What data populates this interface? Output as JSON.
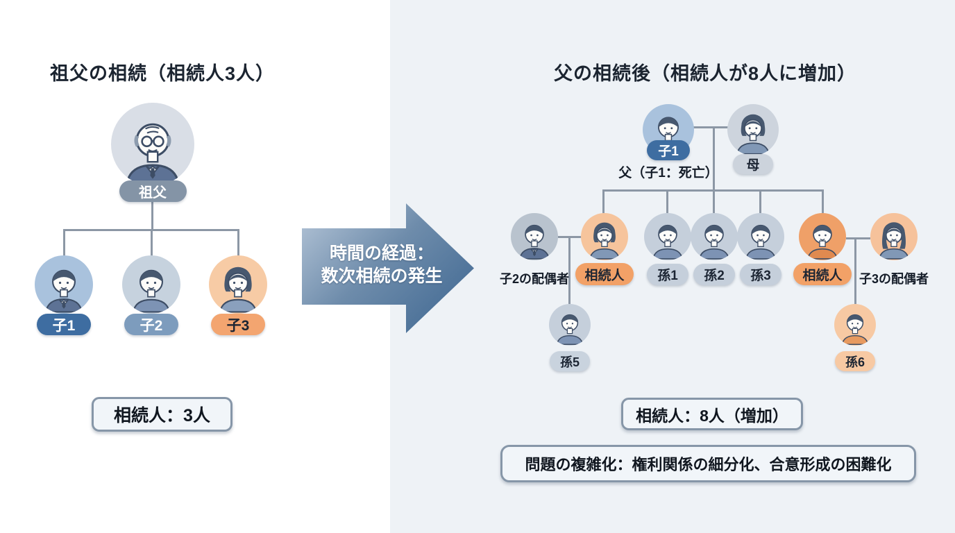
{
  "titles": {
    "left": "祖父の相続（相続人3人）",
    "right": "父の相続後（相続人が8人に増加）"
  },
  "arrow": {
    "line1": "時間の経過：",
    "line2": "数次相続の発生"
  },
  "left": {
    "grandfather": {
      "label": "祖父",
      "avatar": "old-man-avatar",
      "bg": "#d9dee6",
      "pill_bg": "#8494a6",
      "pill_fg": "#ffffff",
      "shirt": "#5d7295"
    },
    "children": [
      {
        "label": "子1",
        "avatar": "man-suit-avatar",
        "bg": "#a9c2dd",
        "pill_bg": "#3e6da1",
        "pill_fg": "#ffffff",
        "shirt": "#5d7295"
      },
      {
        "label": "子2",
        "avatar": "man-avatar",
        "bg": "#c6d2de",
        "pill_bg": "#7d9cbd",
        "pill_fg": "#ffffff",
        "shirt": "#7d93b4"
      },
      {
        "label": "子3",
        "avatar": "woman-avatar",
        "bg": "#f7cba5",
        "pill_bg": "#f3a570",
        "pill_fg": "#1c2533",
        "shirt": "#8aa0bd"
      }
    ],
    "heirs_box": "相続人：3人"
  },
  "right": {
    "father": {
      "label": "子1",
      "caption": "父（子1：死亡）",
      "avatar": "man-suit-avatar",
      "bg": "#a9c2dd",
      "pill_bg": "#3e6da1",
      "pill_fg": "#ffffff",
      "shirt": "#5d7295"
    },
    "mother": {
      "label": "母",
      "avatar": "woman-avatar",
      "bg": "#cdd4dd",
      "pill_bg": "#ccd3dc",
      "pill_fg": "#1c2533",
      "shirt": "#8198b6"
    },
    "row": [
      {
        "label": "子2の配偶者",
        "avatar": "man-suit-avatar",
        "bg": "#b9c3ce",
        "label_style": "text",
        "shirt": "#5d7295"
      },
      {
        "label": "相続人",
        "avatar": "woman-avatar",
        "bg": "#f6c49c",
        "pill_bg": "#f2a167",
        "pill_fg": "#1c2533",
        "shirt": "#8198b6"
      },
      {
        "label": "孫1",
        "avatar": "man-avatar",
        "bg": "#c5cfdb",
        "pill_bg": "#c5cfdb",
        "pill_fg": "#1c2533",
        "shirt": "#7d93b4"
      },
      {
        "label": "孫2",
        "avatar": "man-avatar",
        "bg": "#c5cfdb",
        "pill_bg": "#c5cfdb",
        "pill_fg": "#1c2533",
        "shirt": "#7d93b4"
      },
      {
        "label": "孫3",
        "avatar": "man-avatar",
        "bg": "#c5cfdb",
        "pill_bg": "#c5cfdb",
        "pill_fg": "#1c2533",
        "shirt": "#7d93b4"
      },
      {
        "label": "相続人",
        "avatar": "man-avatar",
        "bg": "#efa068",
        "pill_bg": "#f2a167",
        "pill_fg": "#1c2533",
        "shirt": "#e08a50"
      },
      {
        "label": "子3の配偶者",
        "avatar": "woman-long-avatar",
        "bg": "#f6c29b",
        "label_style": "text",
        "shirt": "#8198b6"
      }
    ],
    "grandsons": [
      {
        "label": "孫5",
        "avatar": "man-avatar",
        "bg": "#c5cfdb",
        "pill_bg": "#c9d3de",
        "pill_fg": "#1c2533",
        "shirt": "#7d93b4"
      },
      {
        "label": "孫6",
        "avatar": "man-avatar",
        "bg": "#f7c9a3",
        "pill_bg": "#f7c9a3",
        "pill_fg": "#1c2533",
        "shirt": "#e79a60"
      }
    ],
    "heirs_box": "相続人：8人（増加）",
    "problem_box": "問題の複雑化：権利関係の細分化、合意形成の困難化"
  },
  "palette": {
    "line": "#8c97a5",
    "arrow_from": "#b7c7d9",
    "arrow_to": "#3c6590",
    "right_bg": "#eef2f6"
  }
}
